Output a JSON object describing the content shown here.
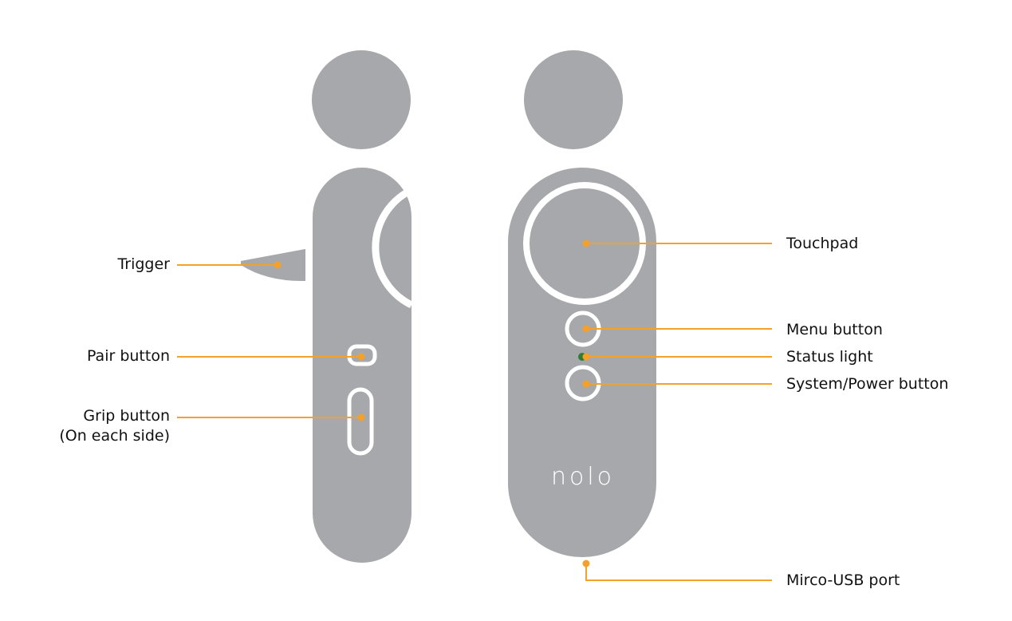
{
  "colors": {
    "body": "#a6a8ab",
    "leader": "#f4a12b",
    "ring": "#ffffff",
    "status_light_green": "#2e7d32",
    "text": "#111111"
  },
  "brand": {
    "logo_text": "nolo"
  },
  "labels": {
    "trigger": "Trigger",
    "pair_button": "Pair button",
    "grip_button_line1": "Grip button",
    "grip_button_line2": "(On each side)",
    "touchpad": "Touchpad",
    "menu_button": "Menu button",
    "status_light": "Status light",
    "system_power_button": "System/Power button",
    "micro_usb_port": "Mirco-USB port"
  }
}
